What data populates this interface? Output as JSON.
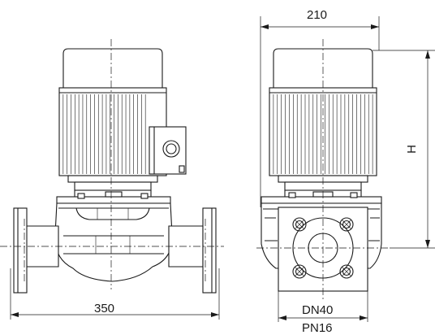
{
  "dimensions": {
    "top_width": "210",
    "bottom_width": "350",
    "height": "H",
    "nominal_diameter": "DN40",
    "pressure_rating": "PN16"
  },
  "colors": {
    "line": "#1a1a1a",
    "background": "#ffffff"
  }
}
